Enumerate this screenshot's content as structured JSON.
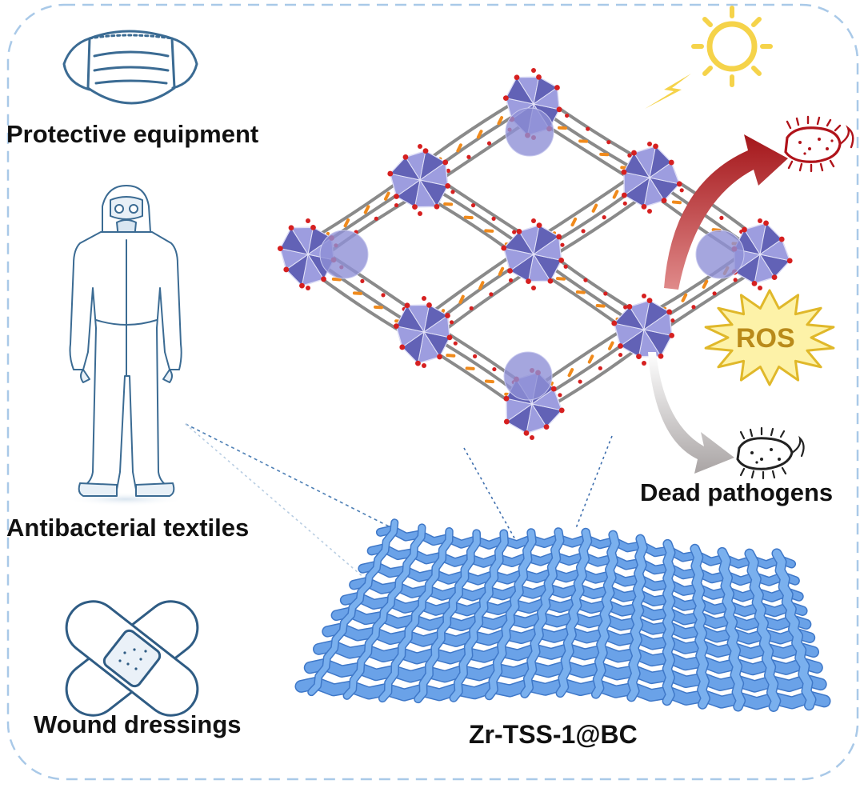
{
  "labels": {
    "protective_equipment": "Protective equipment",
    "antibacterial_textiles": "Antibacterial textiles",
    "wound_dressings": "Wound dressings",
    "dead_pathogens": "Dead pathogens",
    "material": "Zr-TSS-1@BC",
    "ros": "ROS"
  },
  "icons": [
    "face-mask-icon",
    "protective-suit-icon",
    "bandage-icon",
    "sun-icon",
    "bacterium-live-icon",
    "bacterium-dead-icon"
  ],
  "colors": {
    "frame": "#a9c9e8",
    "line_icon": "#3b6b93",
    "mof_cluster": "#8f90d6",
    "mof_cluster_dark": "#5a5bb0",
    "linker": "#8a8a8a",
    "oxygen": "#d62020",
    "sulfur": "#f08a1c",
    "mesh": "#6aa2e8",
    "mesh_dark": "#3f78c8",
    "sun": "#f5d34a",
    "ros_fill": "#fdf2a8",
    "ros_stroke": "#e0b82a",
    "live_bacterium": "#b0131a",
    "arrow_red": "#a4161a",
    "arrow_grey": "#a9a4a4"
  }
}
